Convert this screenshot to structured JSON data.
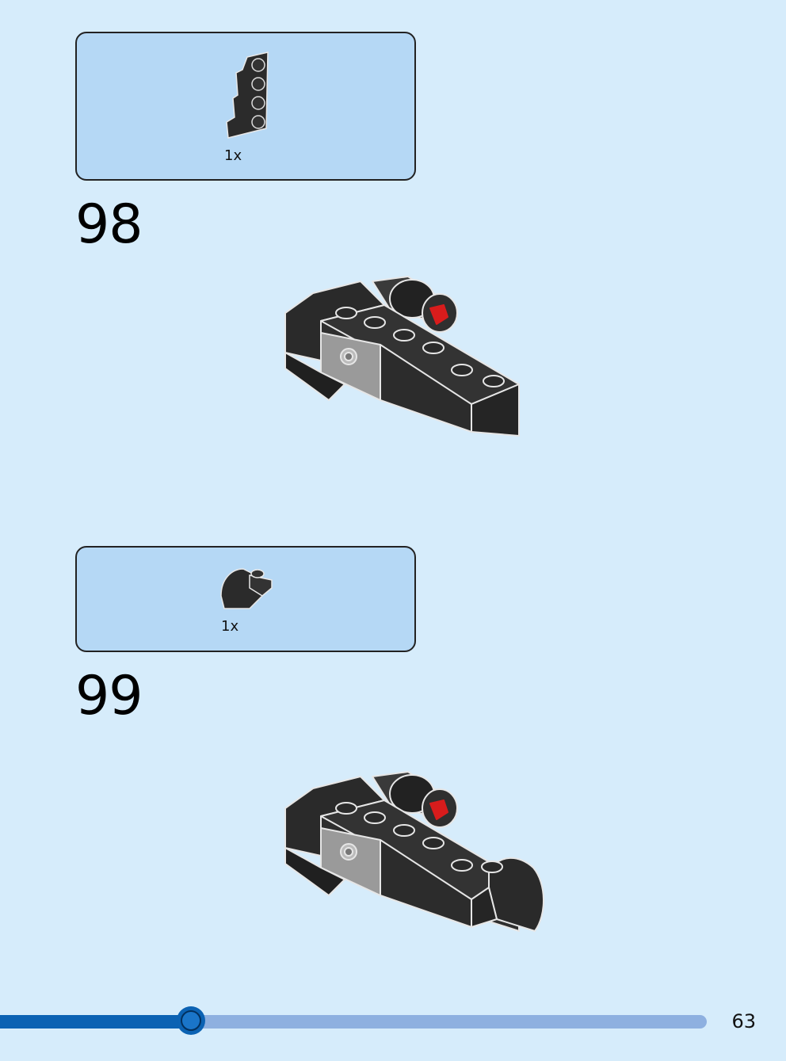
{
  "steps": [
    {
      "number": "98",
      "part_quantity": "1x",
      "part_icon": "wedge-plate-icon",
      "model_icon": "build-model-step-98"
    },
    {
      "number": "99",
      "part_quantity": "1x",
      "part_icon": "curved-slope-icon",
      "model_icon": "build-model-step-99"
    }
  ],
  "progress": {
    "fraction": 0.27
  },
  "page": {
    "number": "63"
  },
  "colors": {
    "background": "#d6ecfb",
    "parts_box": "#b5d8f5",
    "brick": "#2a2a2a",
    "accent_red": "#d81c1c",
    "progress_fill": "#0b62b3",
    "progress_track": "#8eb0e0"
  }
}
